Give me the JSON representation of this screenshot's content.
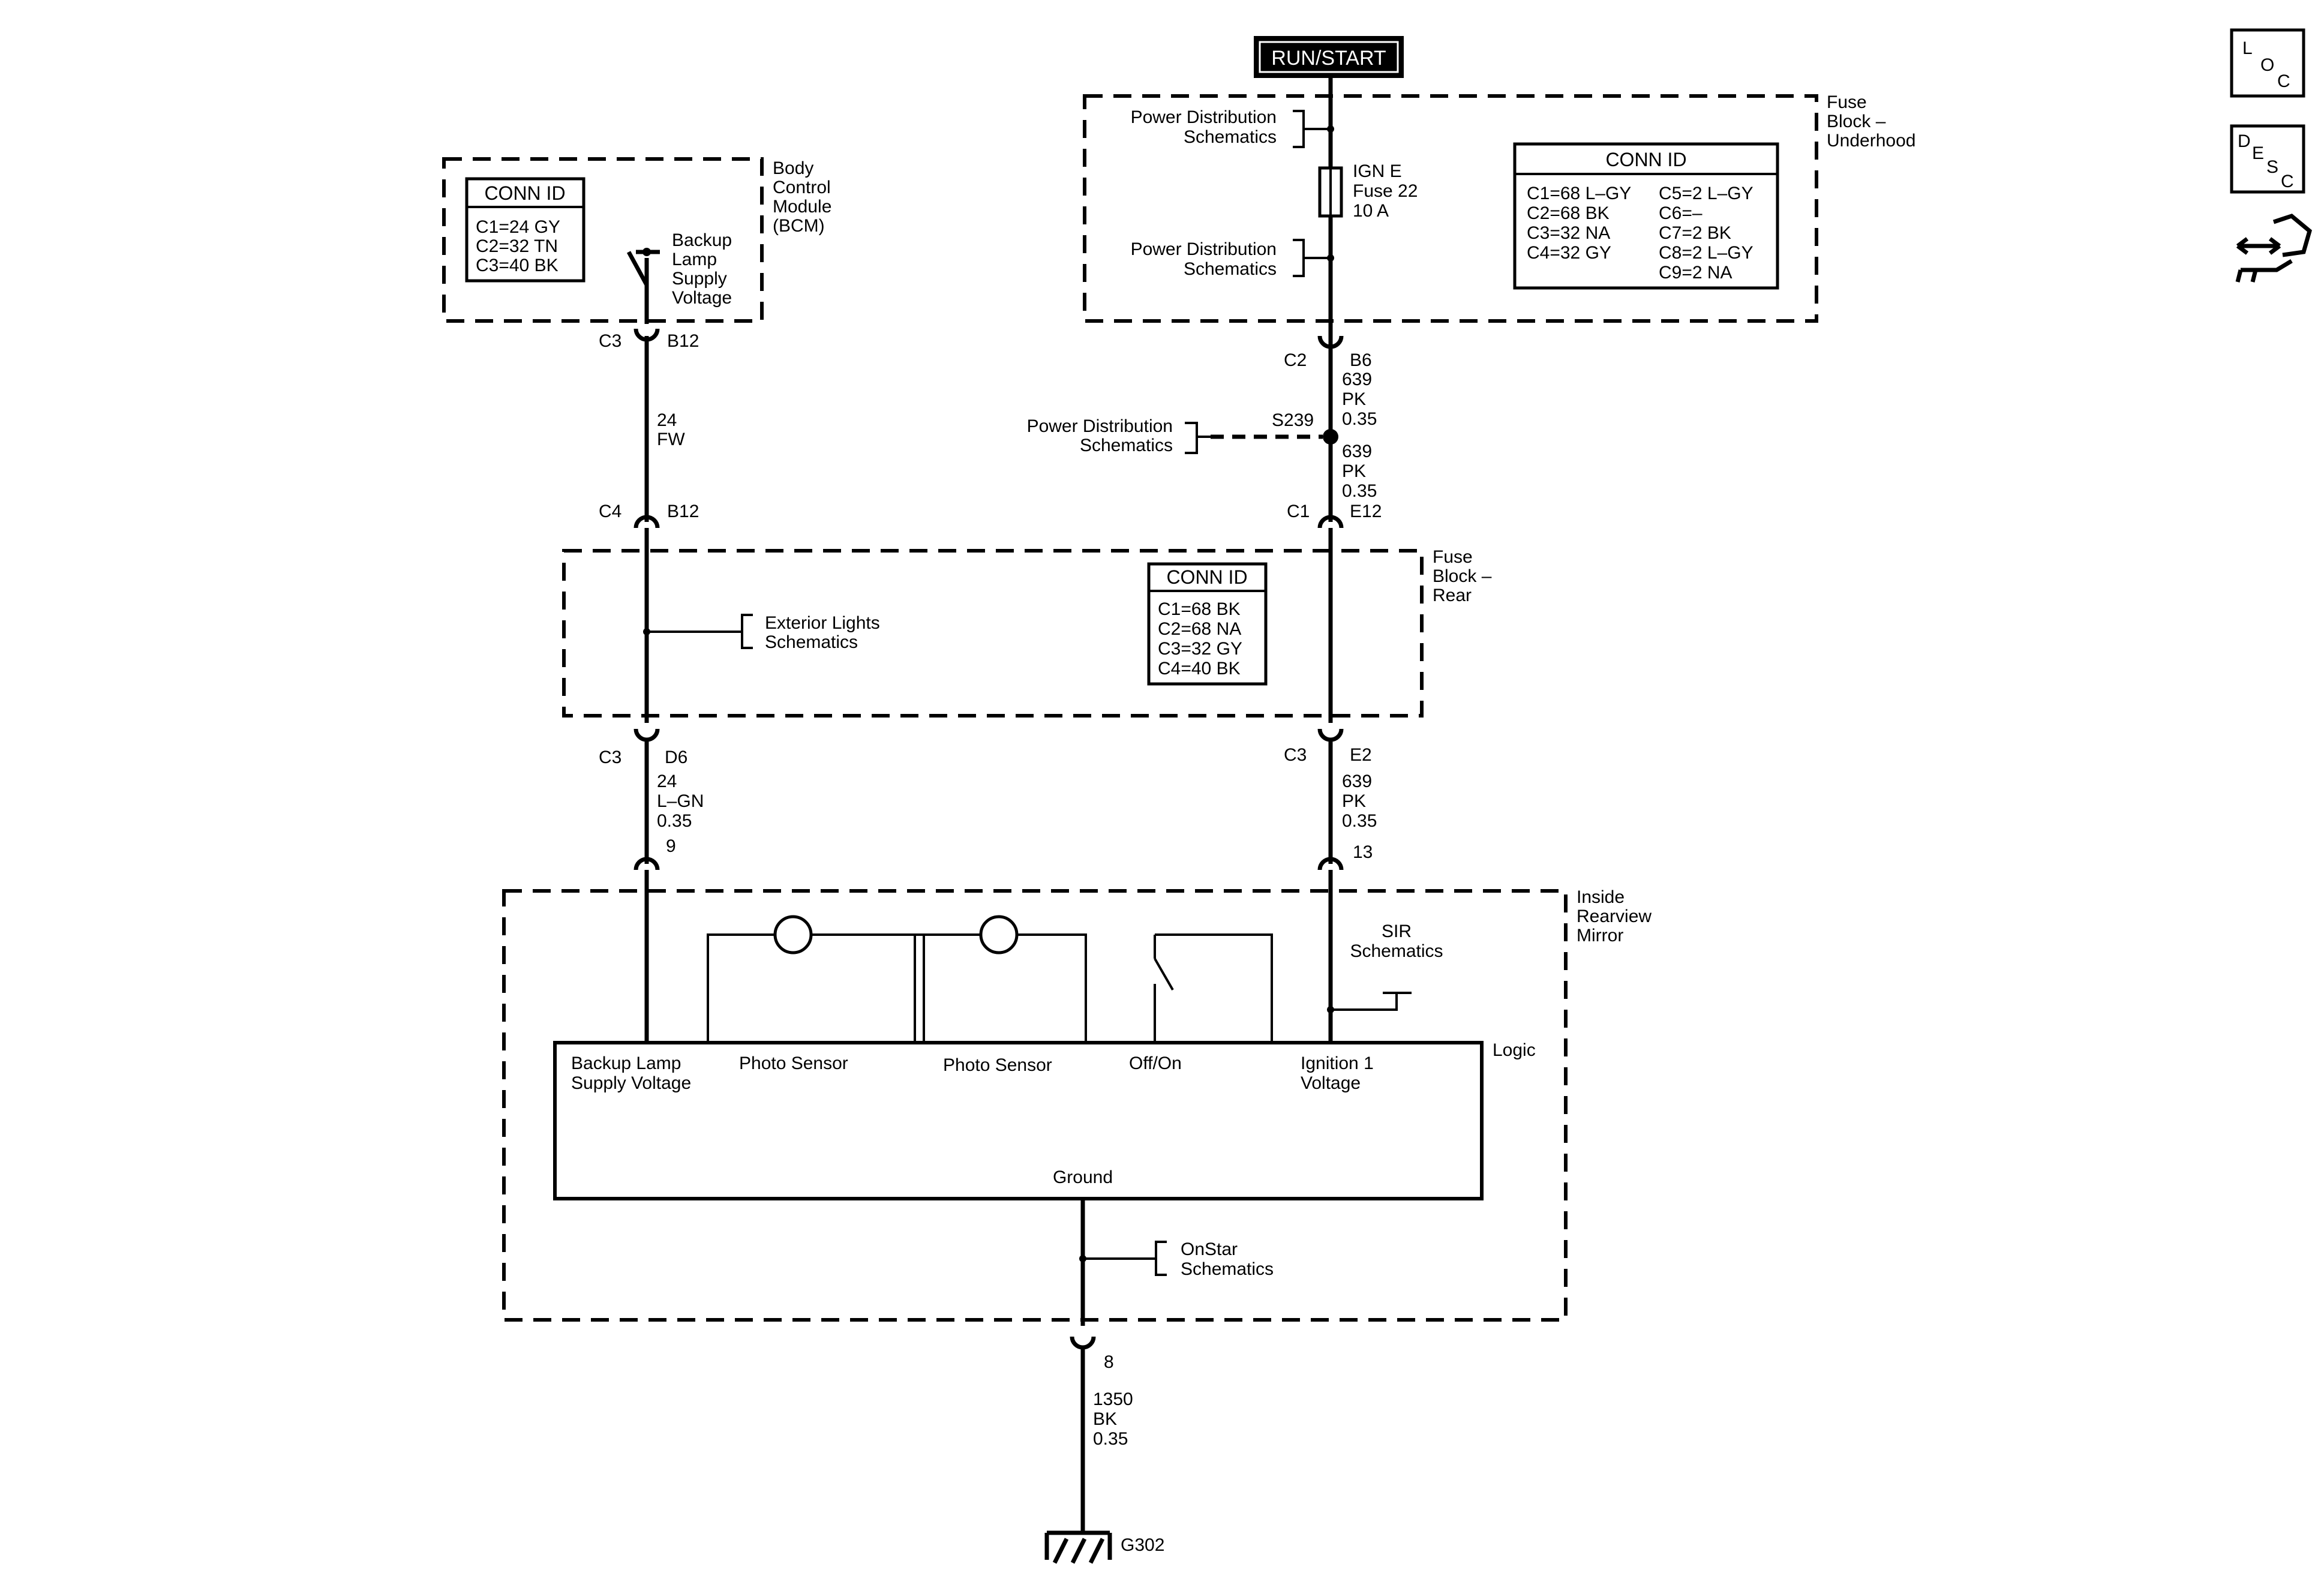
{
  "top_source": {
    "label": "RUN/START"
  },
  "nav_icons": [
    {
      "name": "loc-icon",
      "letters": [
        "L",
        "O",
        "C"
      ]
    },
    {
      "name": "desc-icon",
      "letters": [
        "D",
        "E",
        "S",
        "C"
      ]
    },
    {
      "name": "connector-tool-icon"
    }
  ],
  "bcm": {
    "title": [
      "Body",
      "Control",
      "Module",
      "(BCM)"
    ],
    "conn_id": {
      "header": "CONN ID",
      "rows": [
        "C1=24 GY",
        "C2=32 TN",
        "C3=40 BK"
      ]
    },
    "output_label": [
      "Backup",
      "Lamp",
      "Supply",
      "Voltage"
    ],
    "connector": {
      "name": "C3",
      "pin": "B12"
    }
  },
  "wire_fw": {
    "circuit": "24",
    "color": "FW"
  },
  "fuse_block_underhood": {
    "title": [
      "Fuse",
      "Block –",
      "Underhood"
    ],
    "ref_top": [
      "Power Distribution",
      "Schematics"
    ],
    "ref_bottom": [
      "Power Distribution",
      "Schematics"
    ],
    "fuse": [
      "IGN E",
      "Fuse 22",
      "10 A"
    ],
    "conn_id": {
      "header": "CONN ID",
      "rows_left": [
        "C1=68 L–GY",
        "C2=68 BK",
        "C3=32 NA",
        "C4=32 GY"
      ],
      "rows_right": [
        "C5=2 L–GY",
        "C6=–",
        "C7=2 BK",
        "C8=2 L–GY",
        "C9=2 NA"
      ]
    },
    "connector": {
      "name": "C2",
      "pin": "B6"
    }
  },
  "wire_underhood_out": [
    "639",
    "PK",
    "0.35"
  ],
  "splice": {
    "name": "S239",
    "ref": [
      "Power Distribution",
      "Schematics"
    ]
  },
  "wire_splice_out": [
    "639",
    "PK",
    "0.35"
  ],
  "fuse_block_rear": {
    "title": [
      "Fuse",
      "Block –",
      "Rear"
    ],
    "conn_id": {
      "header": "CONN ID",
      "rows": [
        "C1=68 BK",
        "C2=68 NA",
        "C3=32 GY",
        "C4=40 BK"
      ]
    },
    "ref": [
      "Exterior Lights",
      "Schematics"
    ],
    "in_left": {
      "name": "C4",
      "pin": "B12"
    },
    "in_right": {
      "name": "C1",
      "pin": "E12"
    },
    "out_left": {
      "name": "C3",
      "pin": "D6"
    },
    "out_right": {
      "name": "C3",
      "pin": "E2"
    }
  },
  "wire_lgn": [
    "24",
    "L–GN",
    "0.35"
  ],
  "wire_pk_mirror": [
    "639",
    "PK",
    "0.35"
  ],
  "mirror": {
    "title": [
      "Inside",
      "Rearview",
      "Mirror"
    ],
    "pin_left": "9",
    "pin_right": "13",
    "sir_ref": [
      "SIR",
      "Schematics"
    ],
    "logic_label": "Logic",
    "inputs": {
      "backup": [
        "Backup Lamp",
        "Supply Voltage"
      ],
      "photo1": "Photo Sensor",
      "photo2": "Photo Sensor",
      "offon": "Off/On",
      "ign": [
        "Ignition 1",
        "Voltage"
      ]
    },
    "ground_label": "Ground",
    "onstar_ref": [
      "OnStar",
      "Schematics"
    ],
    "ground_pin": "8"
  },
  "wire_ground": [
    "1350",
    "BK",
    "0.35"
  ],
  "ground": {
    "name": "G302"
  }
}
